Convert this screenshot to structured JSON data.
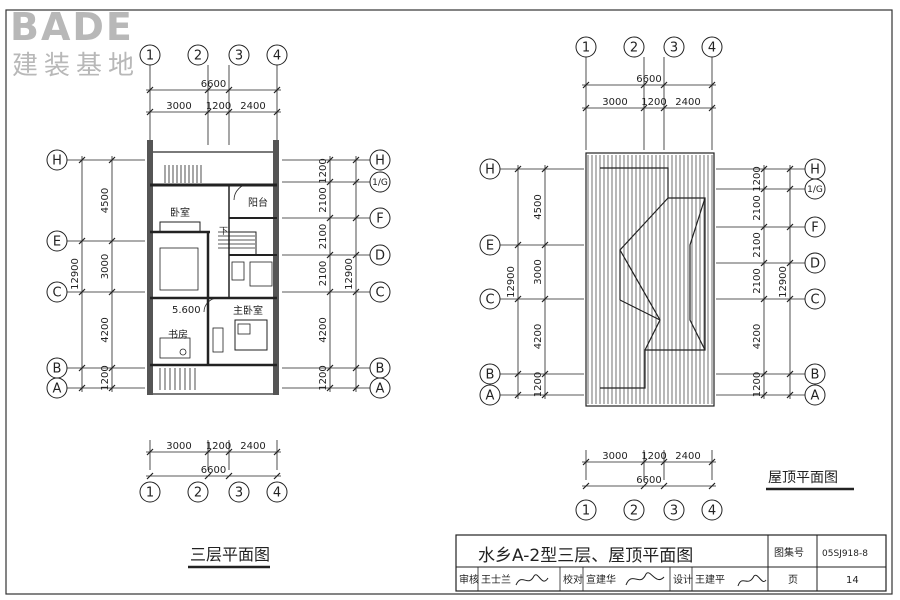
{
  "logo": {
    "brand": "BADE",
    "subtitle": "建装基地",
    "color": "#b8b8b8"
  },
  "plans": {
    "third_floor": {
      "title": "三层平面图",
      "axes_top": [
        "1",
        "2",
        "3",
        "4"
      ],
      "axes_bottom": [
        "1",
        "2",
        "3",
        "4"
      ],
      "axes_left": [
        "H",
        "E",
        "C",
        "B",
        "A"
      ],
      "axes_right": [
        "H",
        "1/G",
        "F",
        "D",
        "C",
        "B",
        "A"
      ],
      "dims_h_total": "6600",
      "dims_h_parts": [
        "3000",
        "1200",
        "2400"
      ],
      "dims_left_total": "12900",
      "dims_left_parts": [
        "4500",
        "3000",
        "4200",
        "1200"
      ],
      "dims_right_total": "12900",
      "dims_right_parts": [
        "1200",
        "2100",
        "2100",
        "2100",
        "4200",
        "1200"
      ],
      "rooms": {
        "bedroom": "卧室",
        "balcony": "阳台",
        "stair_down": "下",
        "elevation": "5.600",
        "master_bedroom": "主卧室",
        "study": "书房"
      }
    },
    "roof": {
      "title": "屋顶平面图",
      "axes_top": [
        "1",
        "2",
        "3",
        "4"
      ],
      "axes_bottom": [
        "1",
        "2",
        "3",
        "4"
      ],
      "axes_left": [
        "H",
        "E",
        "C",
        "B",
        "A"
      ],
      "axes_right": [
        "H",
        "1/G",
        "F",
        "D",
        "C",
        "B",
        "A"
      ],
      "dims_h_total": "6600",
      "dims_h_parts": [
        "3000",
        "1200",
        "2400"
      ],
      "dims_left_total": "12900",
      "dims_left_parts": [
        "4500",
        "3000",
        "4200",
        "1200"
      ],
      "dims_right_total": "12900",
      "dims_right_parts": [
        "1200",
        "2100",
        "2100",
        "2100",
        "4200",
        "1200"
      ]
    }
  },
  "title_block": {
    "drawing_title": "水乡A-2型三层、屋顶平面图",
    "atlas_label": "图集号",
    "atlas_number": "05SJ918-8",
    "review_label": "审核",
    "review_name": "王士兰",
    "check_label": "校对",
    "check_name": "宣建华",
    "design_label": "设计",
    "design_name": "王建平",
    "page_label": "页",
    "page_number": "14"
  }
}
